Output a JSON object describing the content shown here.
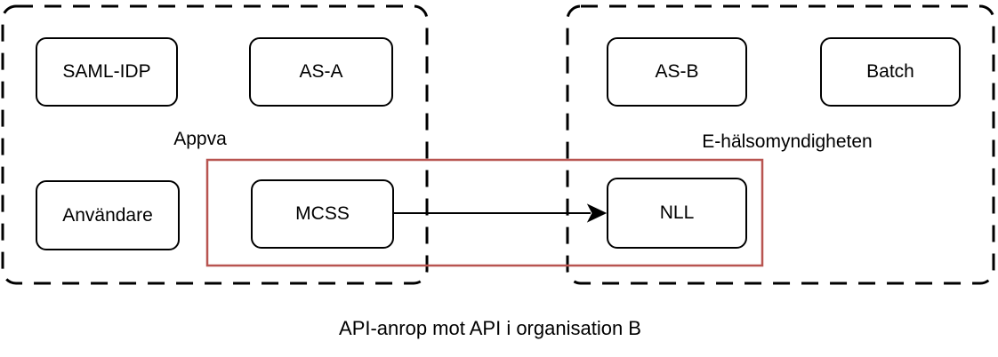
{
  "diagram": {
    "caption": "API-anrop mot API i organisation B",
    "groups": {
      "left": {
        "label": "Appva"
      },
      "right": {
        "label": "E-hälsomyndigheten"
      }
    },
    "nodes": {
      "saml_idp": "SAML-IDP",
      "as_a": "AS-A",
      "as_b": "AS-B",
      "batch": "Batch",
      "anvandare": "Användare",
      "mcss": "MCSS",
      "nll": "NLL"
    },
    "edges": [
      {
        "from": "MCSS",
        "to": "NLL",
        "type": "arrow"
      }
    ],
    "colors": {
      "highlight": "#b85450",
      "stroke": "#000000",
      "background": "#ffffff"
    }
  }
}
